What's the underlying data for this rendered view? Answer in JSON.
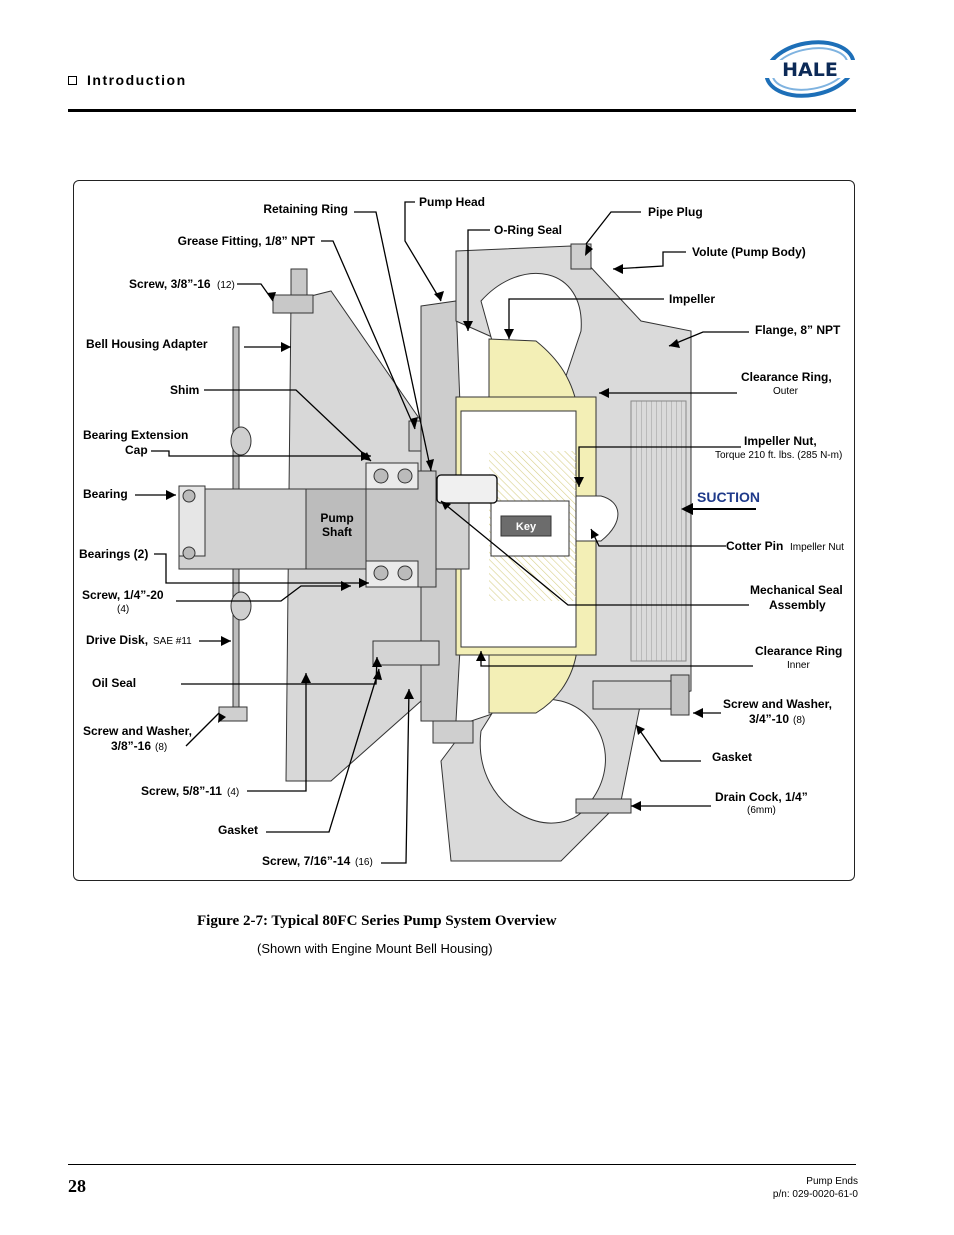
{
  "header": {
    "section_title": "Introduction",
    "logo_text": "HALE",
    "brand_color": "#1d6fb8"
  },
  "figure": {
    "caption": "Figure 2-7: Typical 80FC Series Pump System Overview",
    "subcaption": "(Shown with Engine Mount Bell Housing)",
    "labels": {
      "retaining_ring": "Retaining Ring",
      "pump_head": "Pump Head",
      "o_ring_seal": "O-Ring Seal",
      "pipe_plug": "Pipe Plug",
      "grease_fitting": "Grease Fitting, 1/8” NPT",
      "volute": "Volute (Pump Body)",
      "screw_38_16": "Screw, 3/8”-16",
      "screw_38_16_qty": "(12)",
      "impeller": "Impeller",
      "flange": "Flange, 8” NPT",
      "bell_housing_adapter": "Bell Housing Adapter",
      "clearance_ring_outer": "Clearance Ring,",
      "clearance_ring_outer_sub": "Outer",
      "shim": "Shim",
      "bearing_extension_cap_1": "Bearing Extension",
      "bearing_extension_cap_2": "Cap",
      "impeller_nut": "Impeller Nut,",
      "impeller_nut_sub": "Torque 210 ft. lbs. (285 N-m)",
      "bearing": "Bearing",
      "suction": "SUCTION",
      "pump_shaft_1": "Pump",
      "pump_shaft_2": "Shaft",
      "key": "Key",
      "cotter_pin": "Cotter Pin",
      "cotter_pin_sub": "Impeller Nut",
      "bearings_2": "Bearings (2)",
      "mech_seal_1": "Mechanical Seal",
      "mech_seal_2": "Assembly",
      "screw_14_20": "Screw, 1/4”-20",
      "screw_14_20_qty": "(4)",
      "drive_disk": "Drive Disk,",
      "drive_disk_sub": "SAE #11",
      "clearance_ring_inner": "Clearance Ring",
      "clearance_ring_inner_sub": "Inner",
      "oil_seal": "Oil Seal",
      "screw_washer_34_1": "Screw and Washer,",
      "screw_washer_34_2": "3/4”-10",
      "screw_washer_34_qty": "(8)",
      "screw_washer_38_1": "Screw and Washer,",
      "screw_washer_38_2": "3/8”-16",
      "screw_washer_38_qty": "(8)",
      "gasket_right": "Gasket",
      "screw_58_11": "Screw, 5/8”-11",
      "screw_58_11_qty": "(4)",
      "drain_cock": "Drain Cock, 1/4”",
      "drain_cock_sub": "(6mm)",
      "gasket_left": "Gasket",
      "screw_716_14": "Screw, 7/16”-14",
      "screw_716_14_qty": "(16)"
    }
  },
  "footer": {
    "page_number": "28",
    "doc_title": "Pump Ends",
    "part_number": "p/n: 029-0020-61-0"
  }
}
